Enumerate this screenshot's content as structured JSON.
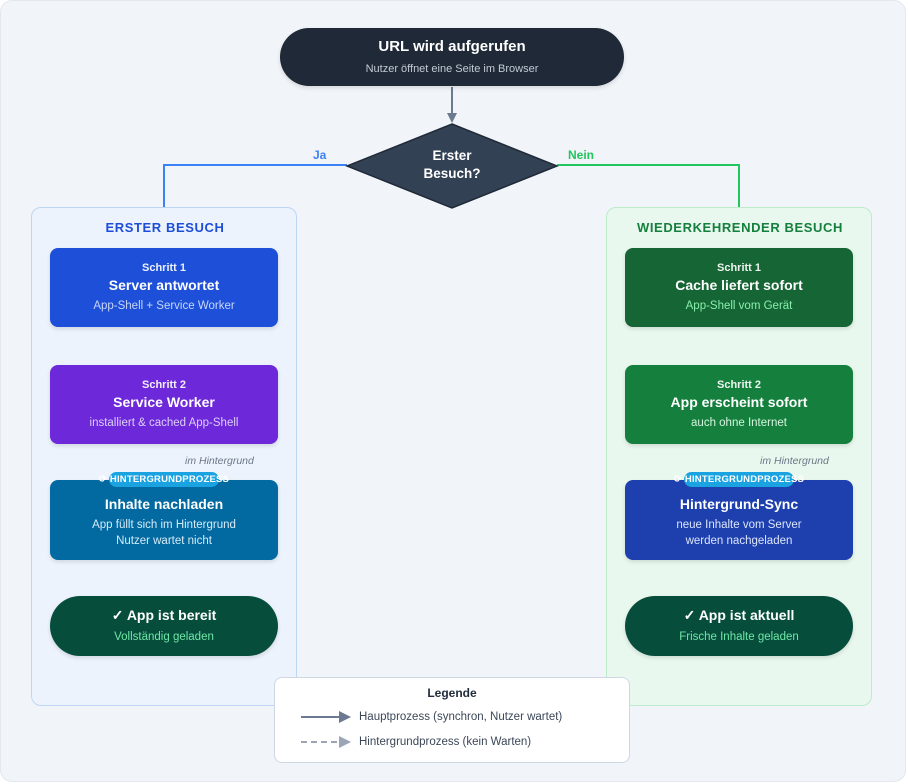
{
  "start": {
    "title": "URL wird aufgerufen",
    "subtitle": "Nutzer öffnet eine Seite im Browser"
  },
  "decision": {
    "line1": "Erster",
    "line2": "Besuch?",
    "yes": "Ja",
    "no": "Nein"
  },
  "left": {
    "title": "ERSTER BESUCH",
    "step1": {
      "step": "Schritt 1",
      "title": "Server antwortet",
      "sub": "App-Shell + Service Worker"
    },
    "step2": {
      "step": "Schritt 2",
      "title": "Service Worker",
      "sub": "installiert & cached App-Shell"
    },
    "bg_note": "im Hintergrund",
    "badge": "⟳ HINTERGRUNDPROZESS",
    "bg": {
      "title": "Inhalte nachladen",
      "sub1": "App füllt sich im Hintergrund",
      "sub2": "Nutzer wartet nicht"
    },
    "end": {
      "title": "✓ App ist bereit",
      "sub": "Vollständig geladen"
    }
  },
  "right": {
    "title": "WIEDERKEHRENDER BESUCH",
    "step1": {
      "step": "Schritt 1",
      "title": "Cache liefert sofort",
      "sub": "App-Shell vom Gerät"
    },
    "step2": {
      "step": "Schritt 2",
      "title": "App erscheint sofort",
      "sub": "auch ohne Internet"
    },
    "bg_note": "im Hintergrund",
    "badge": "⟳ HINTERGRUNDPROZESS",
    "bg": {
      "title": "Hintergrund-Sync",
      "sub1": "neue Inhalte vom Server",
      "sub2": "werden nachgeladen"
    },
    "end": {
      "title": "✓ App ist aktuell",
      "sub": "Frische Inhalte geladen"
    }
  },
  "legend": {
    "title": "Legende",
    "main": "Hauptprozess (synchron, Nutzer wartet)",
    "background": "Hintergrundprozess (kein Warten)"
  },
  "colors": {
    "dark": "#1f2937",
    "blue": "#1d4fd8",
    "purple": "#6d28d9",
    "cyan": "#0369a1",
    "darkgreen_end": "#064e3b",
    "green1": "#166534",
    "green2": "#15803d",
    "navy": "#1e40af",
    "yes": "#3b82f6",
    "no": "#22c55e",
    "arrow": "#6b7a90"
  }
}
